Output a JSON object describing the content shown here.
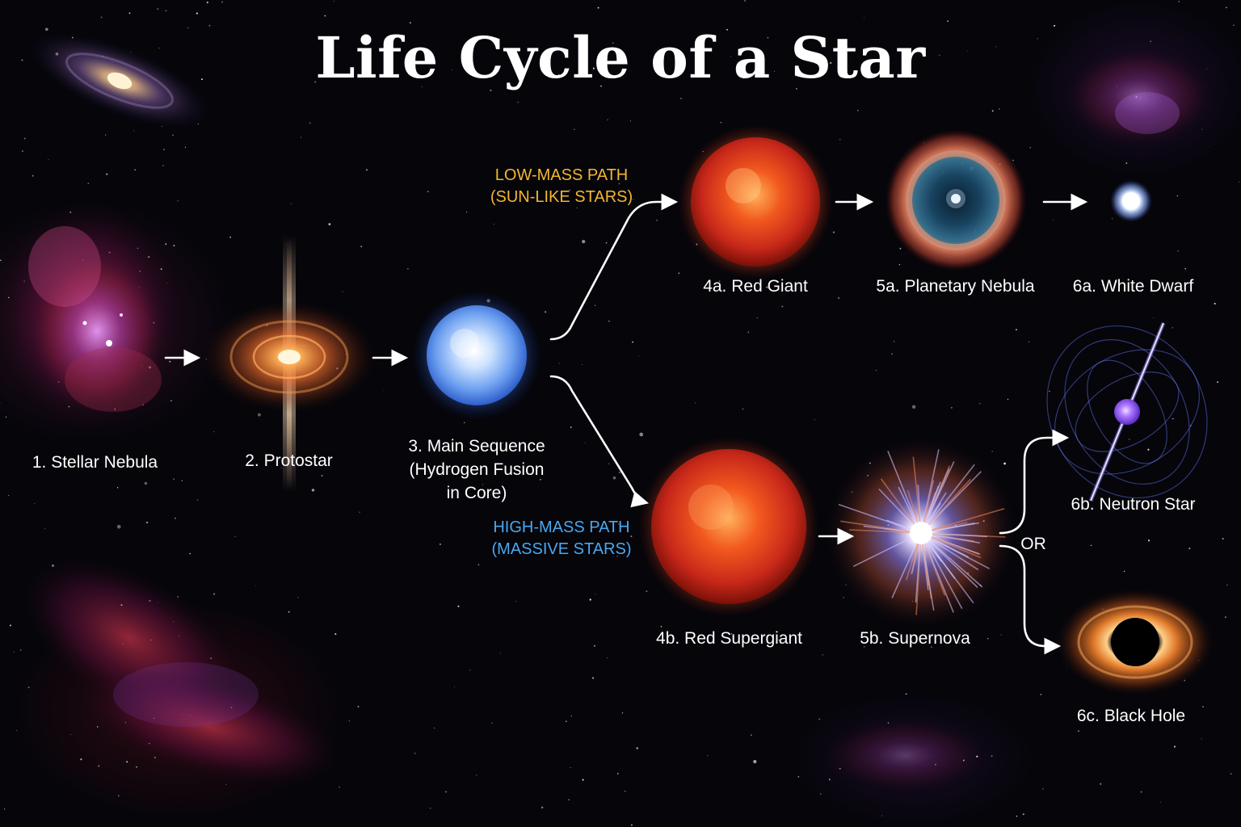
{
  "title": "Life Cycle of a Star",
  "stages": {
    "stellar_nebula": "1. Stellar Nebula",
    "protostar": "2. Protostar",
    "main_sequence_line1": "3. Main Sequence",
    "main_sequence_line2": "(Hydrogen Fusion",
    "main_sequence_line3": "in Core)",
    "red_giant": "4a. Red Giant",
    "planetary_nebula": "5a. Planetary Nebula",
    "white_dwarf": "6a. White Dwarf",
    "red_supergiant": "4b. Red Supergiant",
    "supernova": "5b. Supernova",
    "neutron_star": "6b. Neutron Star",
    "black_hole": "6c. Black Hole"
  },
  "paths": {
    "low_mass_line1": "LOW-MASS PATH",
    "low_mass_line2": "(SUN-LIKE STARS)",
    "high_mass_line1": "HIGH-MASS PATH",
    "high_mass_line2": "(MASSIVE STARS)"
  },
  "branch_word": "OR",
  "colors": {
    "low_mass": "#f2b632",
    "high_mass": "#4aa8f0",
    "arrow": "#ffffff",
    "background": "#05050a"
  }
}
